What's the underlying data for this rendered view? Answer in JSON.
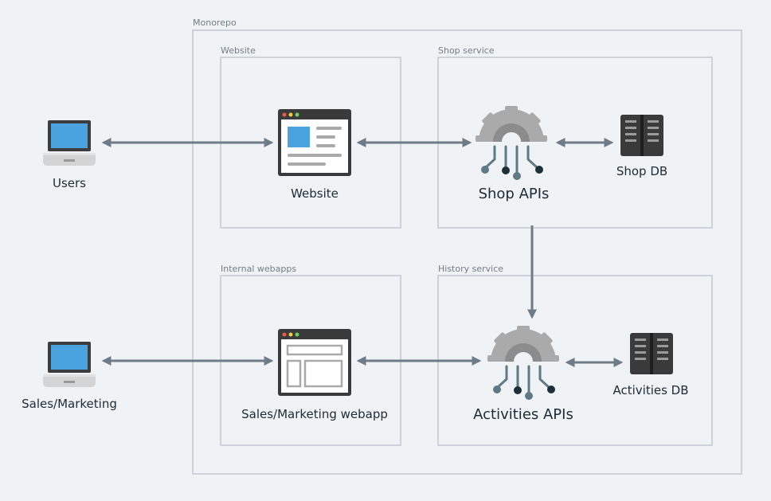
{
  "groups": {
    "monorepo": "Monorepo",
    "website": "Website",
    "shop_service": "Shop service",
    "internal_webapps": "Internal webapps",
    "history_service": "History service"
  },
  "nodes": {
    "users": "Users",
    "sales_marketing": "Sales/Marketing",
    "website": "Website",
    "shop_apis": "Shop APIs",
    "shop_db": "Shop DB",
    "sales_webapp": "Sales/Marketing webapp",
    "activities_apis": "Activities APIs",
    "activities_db": "Activities DB"
  },
  "colors": {
    "background": "#eff3f6",
    "border": "#ccd3da",
    "arrow": "#6f7b86",
    "laptop_screen": "#4aa3df",
    "gear": "#aaaaaa",
    "database": "#3a3a3a"
  },
  "icons": {
    "users": "laptop-icon",
    "sales_marketing": "laptop-icon",
    "website": "browser-window-icon",
    "sales_webapp": "browser-window-icon",
    "shop_apis": "api-gear-icon",
    "activities_apis": "api-gear-icon",
    "shop_db": "database-icon",
    "activities_db": "database-icon"
  }
}
